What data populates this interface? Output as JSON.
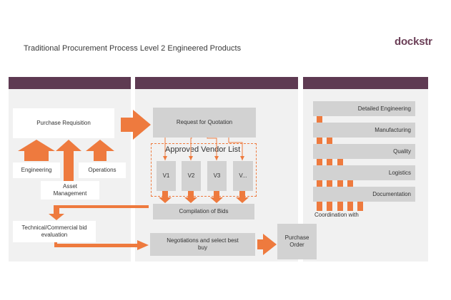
{
  "header": {
    "title": "Traditional Procurement Process Level 2 Engineered Products",
    "logo": "dockstr"
  },
  "left": {
    "purchase_requisition": "Purchase Requisition",
    "engineering": "Engineering",
    "operations": "Operations",
    "asset_management": "Asset Management",
    "tech_eval": "Technical/Commercial bid evaluation"
  },
  "middle": {
    "rfq": "Request for Quotation",
    "approved_vendor_list": "Approved Vendor List",
    "vendors": [
      "V1",
      "V2",
      "V3",
      "V..."
    ],
    "compilation": "Compilation of Bids",
    "negotiations": "Negotiations and select best buy",
    "purchase_order": "Purchase Order"
  },
  "right": {
    "items": [
      "Detailed Engineering",
      "Manufacturing",
      "Quality",
      "Logistics",
      "Documentation"
    ],
    "coordination": "Coordination with"
  },
  "colors": {
    "accent": "#ee7a3e",
    "header_bar": "#5e3a52",
    "panel": "#f1f1f1",
    "box_gray": "#d2d2d2"
  }
}
